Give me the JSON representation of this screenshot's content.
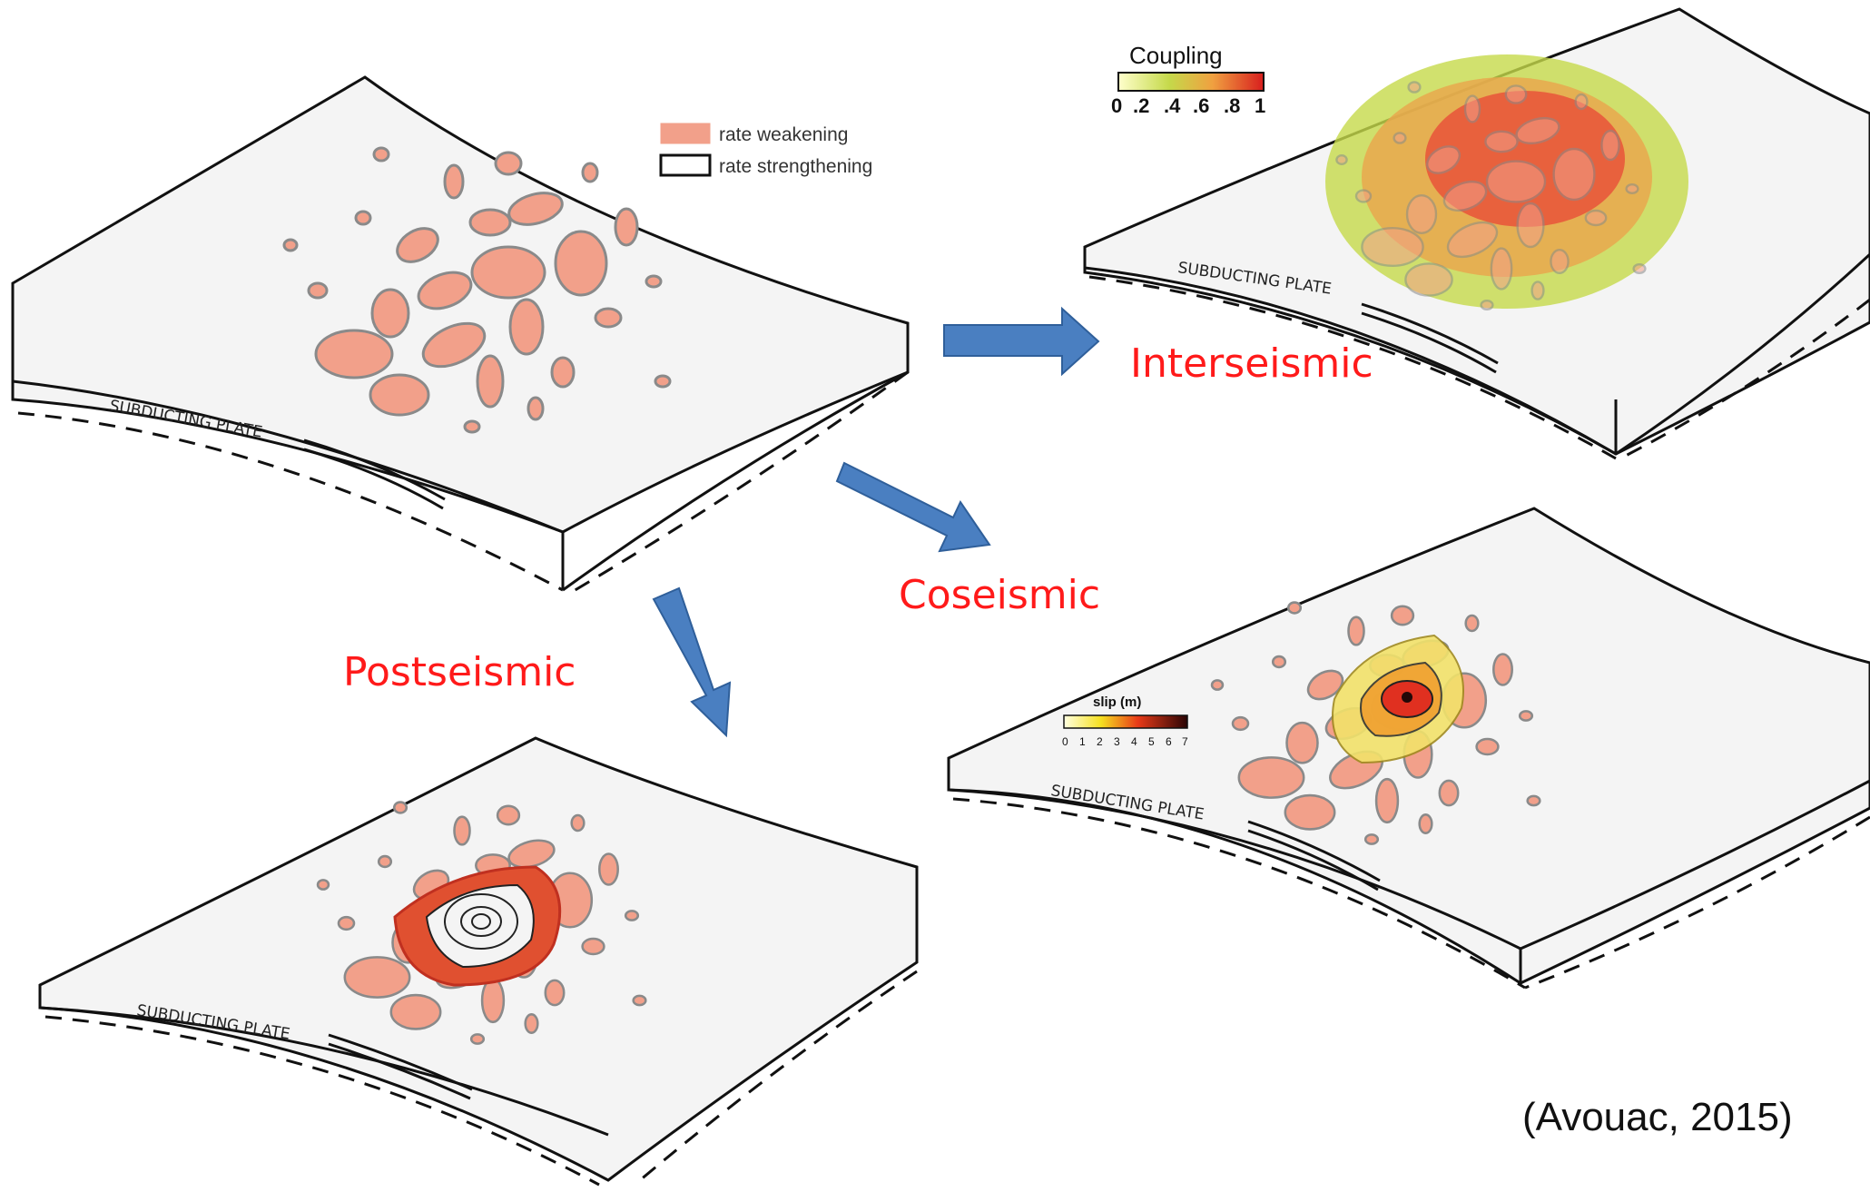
{
  "legend": {
    "rate_weakening": "rate weakening",
    "rate_strengthening": "rate strengthening"
  },
  "plate_label": "SUBDUCTING PLATE",
  "stages": {
    "interseismic": "Interseismic",
    "coseismic": "Coseismic",
    "postseismic": "Postseismic"
  },
  "coupling_scale": {
    "title": "Coupling",
    "ticks": [
      "0",
      ".2",
      ".4",
      ".6",
      ".8",
      "1"
    ]
  },
  "slip_scale": {
    "title": "slip (m)",
    "ticks": [
      "0",
      "1",
      "2",
      "3",
      "4",
      "5",
      "6",
      "7"
    ]
  },
  "citation": "(Avouac, 2015)",
  "colors": {
    "patch_fill": "#f2a08a",
    "patch_stroke": "#8a8a8a",
    "plate_fill": "#f4f4f4",
    "arrow_fill": "#4a7fc1",
    "stage_label": "#ff1a1a"
  }
}
